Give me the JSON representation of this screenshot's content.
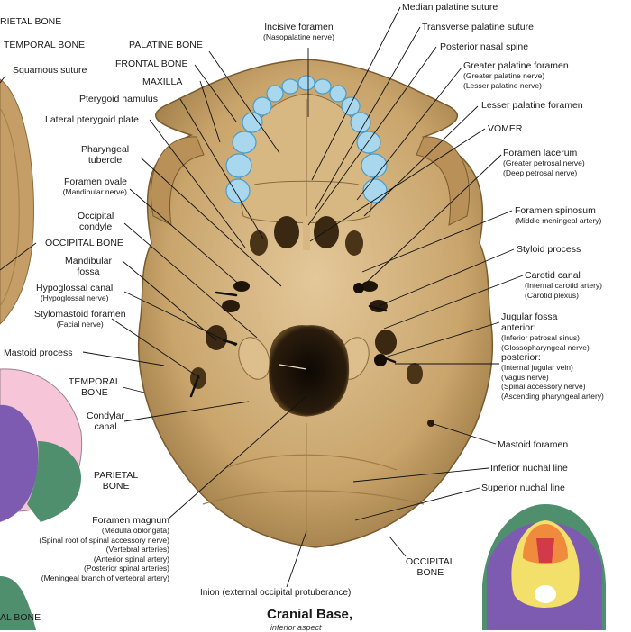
{
  "caption": {
    "title": "Cranial Base,",
    "subtitle": "inferior aspect"
  },
  "labels": {
    "parietal_bone_top": "RIETAL BONE",
    "temporal_bone_top": "TEMPORAL BONE",
    "squamous_suture": "Squamous suture",
    "palatine_bone": "PALATINE BONE",
    "frontal_bone": "FRONTAL BONE",
    "maxilla": "MAXILLA",
    "pterygoid_hamulus": "Pterygoid hamulus",
    "lateral_pterygoid_plate": "Lateral pterygoid plate",
    "pharyngeal_tubercle": [
      "Pharyngeal",
      "tubercle"
    ],
    "foramen_ovale": "Foramen ovale",
    "foramen_ovale_sub": "(Mandibular nerve)",
    "occipital_condyle": [
      "Occipital",
      "condyle"
    ],
    "occipital_bone_left": "OCCIPITAL BONE",
    "mandibular_fossa": [
      "Mandibular",
      "fossa"
    ],
    "hypoglossal_canal": "Hypoglossal canal",
    "hypoglossal_canal_sub": "(Hypoglossal nerve)",
    "stylomastoid_foramen": "Stylomastoid foramen",
    "stylomastoid_foramen_sub": "(Facial nerve)",
    "mastoid_process": "Mastoid process",
    "temporal_bone_mid": [
      "TEMPORAL",
      "BONE"
    ],
    "condylar_canal": [
      "Condylar",
      "canal"
    ],
    "parietal_bone_mid": [
      "PARIETAL",
      "BONE"
    ],
    "foramen_magnum": "Foramen magnum",
    "foramen_magnum_subs": [
      "(Medulla oblongata)",
      "(Spinal root of spinal accessory nerve)",
      "(Vertebral arteries)",
      "(Anterior spinal artery)",
      "(Posterior spinal arteries)",
      "(Meningeal branch of vertebral artery)"
    ],
    "parietal_bone_bottom": "AL BONE",
    "inion": "Inion (external occipital protuberance)",
    "incisive_foramen": "Incisive foramen",
    "incisive_foramen_sub": "(Nasopalatine nerve)",
    "median_palatine_suture": "Median palatine suture",
    "transverse_palatine_suture": "Transverse palatine suture",
    "posterior_nasal_spine": "Posterior nasal spine",
    "greater_palatine_foramen": "Greater palatine foramen",
    "greater_palatine_foramen_subs": [
      "(Greater palatine nerve)",
      "(Lesser palatine nerve)"
    ],
    "lesser_palatine_foramen": "Lesser palatine foramen",
    "vomer": "VOMER",
    "foramen_lacerum": "Foramen lacerum",
    "foramen_lacerum_subs": [
      "(Greater petrosal nerve)",
      "(Deep petrosal nerve)"
    ],
    "foramen_spinosum": "Foramen spinosum",
    "foramen_spinosum_sub": "(Middle meningeal artery)",
    "styloid_process": "Styloid process",
    "carotid_canal": "Carotid canal",
    "carotid_canal_subs": [
      "(Internal carotid artery)",
      "(Carotid plexus)"
    ],
    "jugular_fossa": "Jugular fossa",
    "jugular_anterior": "anterior:",
    "jugular_anterior_subs": [
      "(Inferior petrosal sinus)",
      "(Glossopharyngeal nerve)"
    ],
    "jugular_posterior": "posterior:",
    "jugular_posterior_subs": [
      "(Internal jugular vein)",
      "(Vagus nerve)",
      "(Spinal accessory nerve)",
      "(Ascending pharyngeal artery)"
    ],
    "mastoid_foramen": "Mastoid foramen",
    "inferior_nuchal_line": "Inferior nuchal line",
    "superior_nuchal_line": "Superior nuchal line",
    "occipital_bone_right": [
      "OCCIPITAL",
      "BONE"
    ]
  },
  "colors": {
    "bone": "#c9a56c",
    "bone_dark": "#8a6a3c",
    "bone_light": "#e2c795",
    "teeth": "#a9d8ee",
    "teeth_edge": "#4a9cc8",
    "foramen": "#1a1208",
    "leader": "#111111",
    "inset_pink": "#f6c6d8",
    "inset_purple": "#7c5bb0",
    "inset_green": "#4f8f6e",
    "inset_orange": "#f08a3c",
    "inset_yellow": "#f2e06a",
    "inset_red": "#d23a4a"
  }
}
